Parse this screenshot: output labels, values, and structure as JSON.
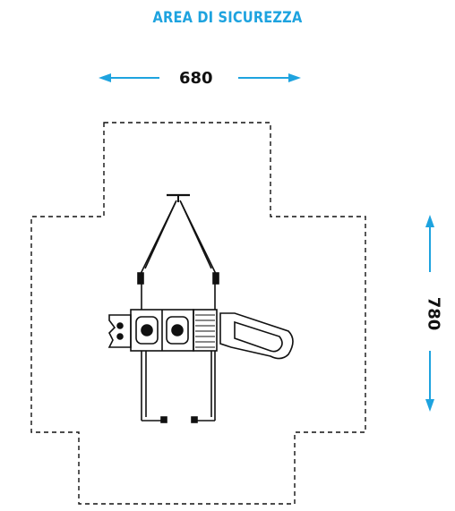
{
  "title": "AREA DI SICUREZZA",
  "dimensions": {
    "width": "680",
    "height": "780"
  },
  "colors": {
    "accent": "#1ea3df",
    "outline": "#111111"
  }
}
